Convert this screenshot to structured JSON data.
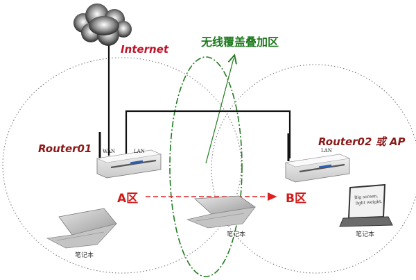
{
  "labels": {
    "internet": "Internet",
    "router01": "Router01",
    "router02": "Router02 或 AP",
    "zone_a": "A区",
    "zone_b": "B区",
    "overlap": "无线覆盖叠加区",
    "wan": "WAN",
    "lan1": "LAN",
    "lan2": "LAN",
    "notebook": "笔记本",
    "screen_text_1": "Big screen,",
    "screen_text_2": "light weight."
  },
  "colors": {
    "internet_label": "#c0142a",
    "router_label": "#8b1a1a",
    "zone_label": "#d11a1a",
    "overlap_label": "#1e7a1e",
    "overlap_ellipse": "#1e7a1e",
    "arrow": "#e02020",
    "cable": "#111111"
  },
  "icons": {
    "cloud": "cloud-icon",
    "router": "router-icon",
    "laptop": "laptop-icon"
  }
}
